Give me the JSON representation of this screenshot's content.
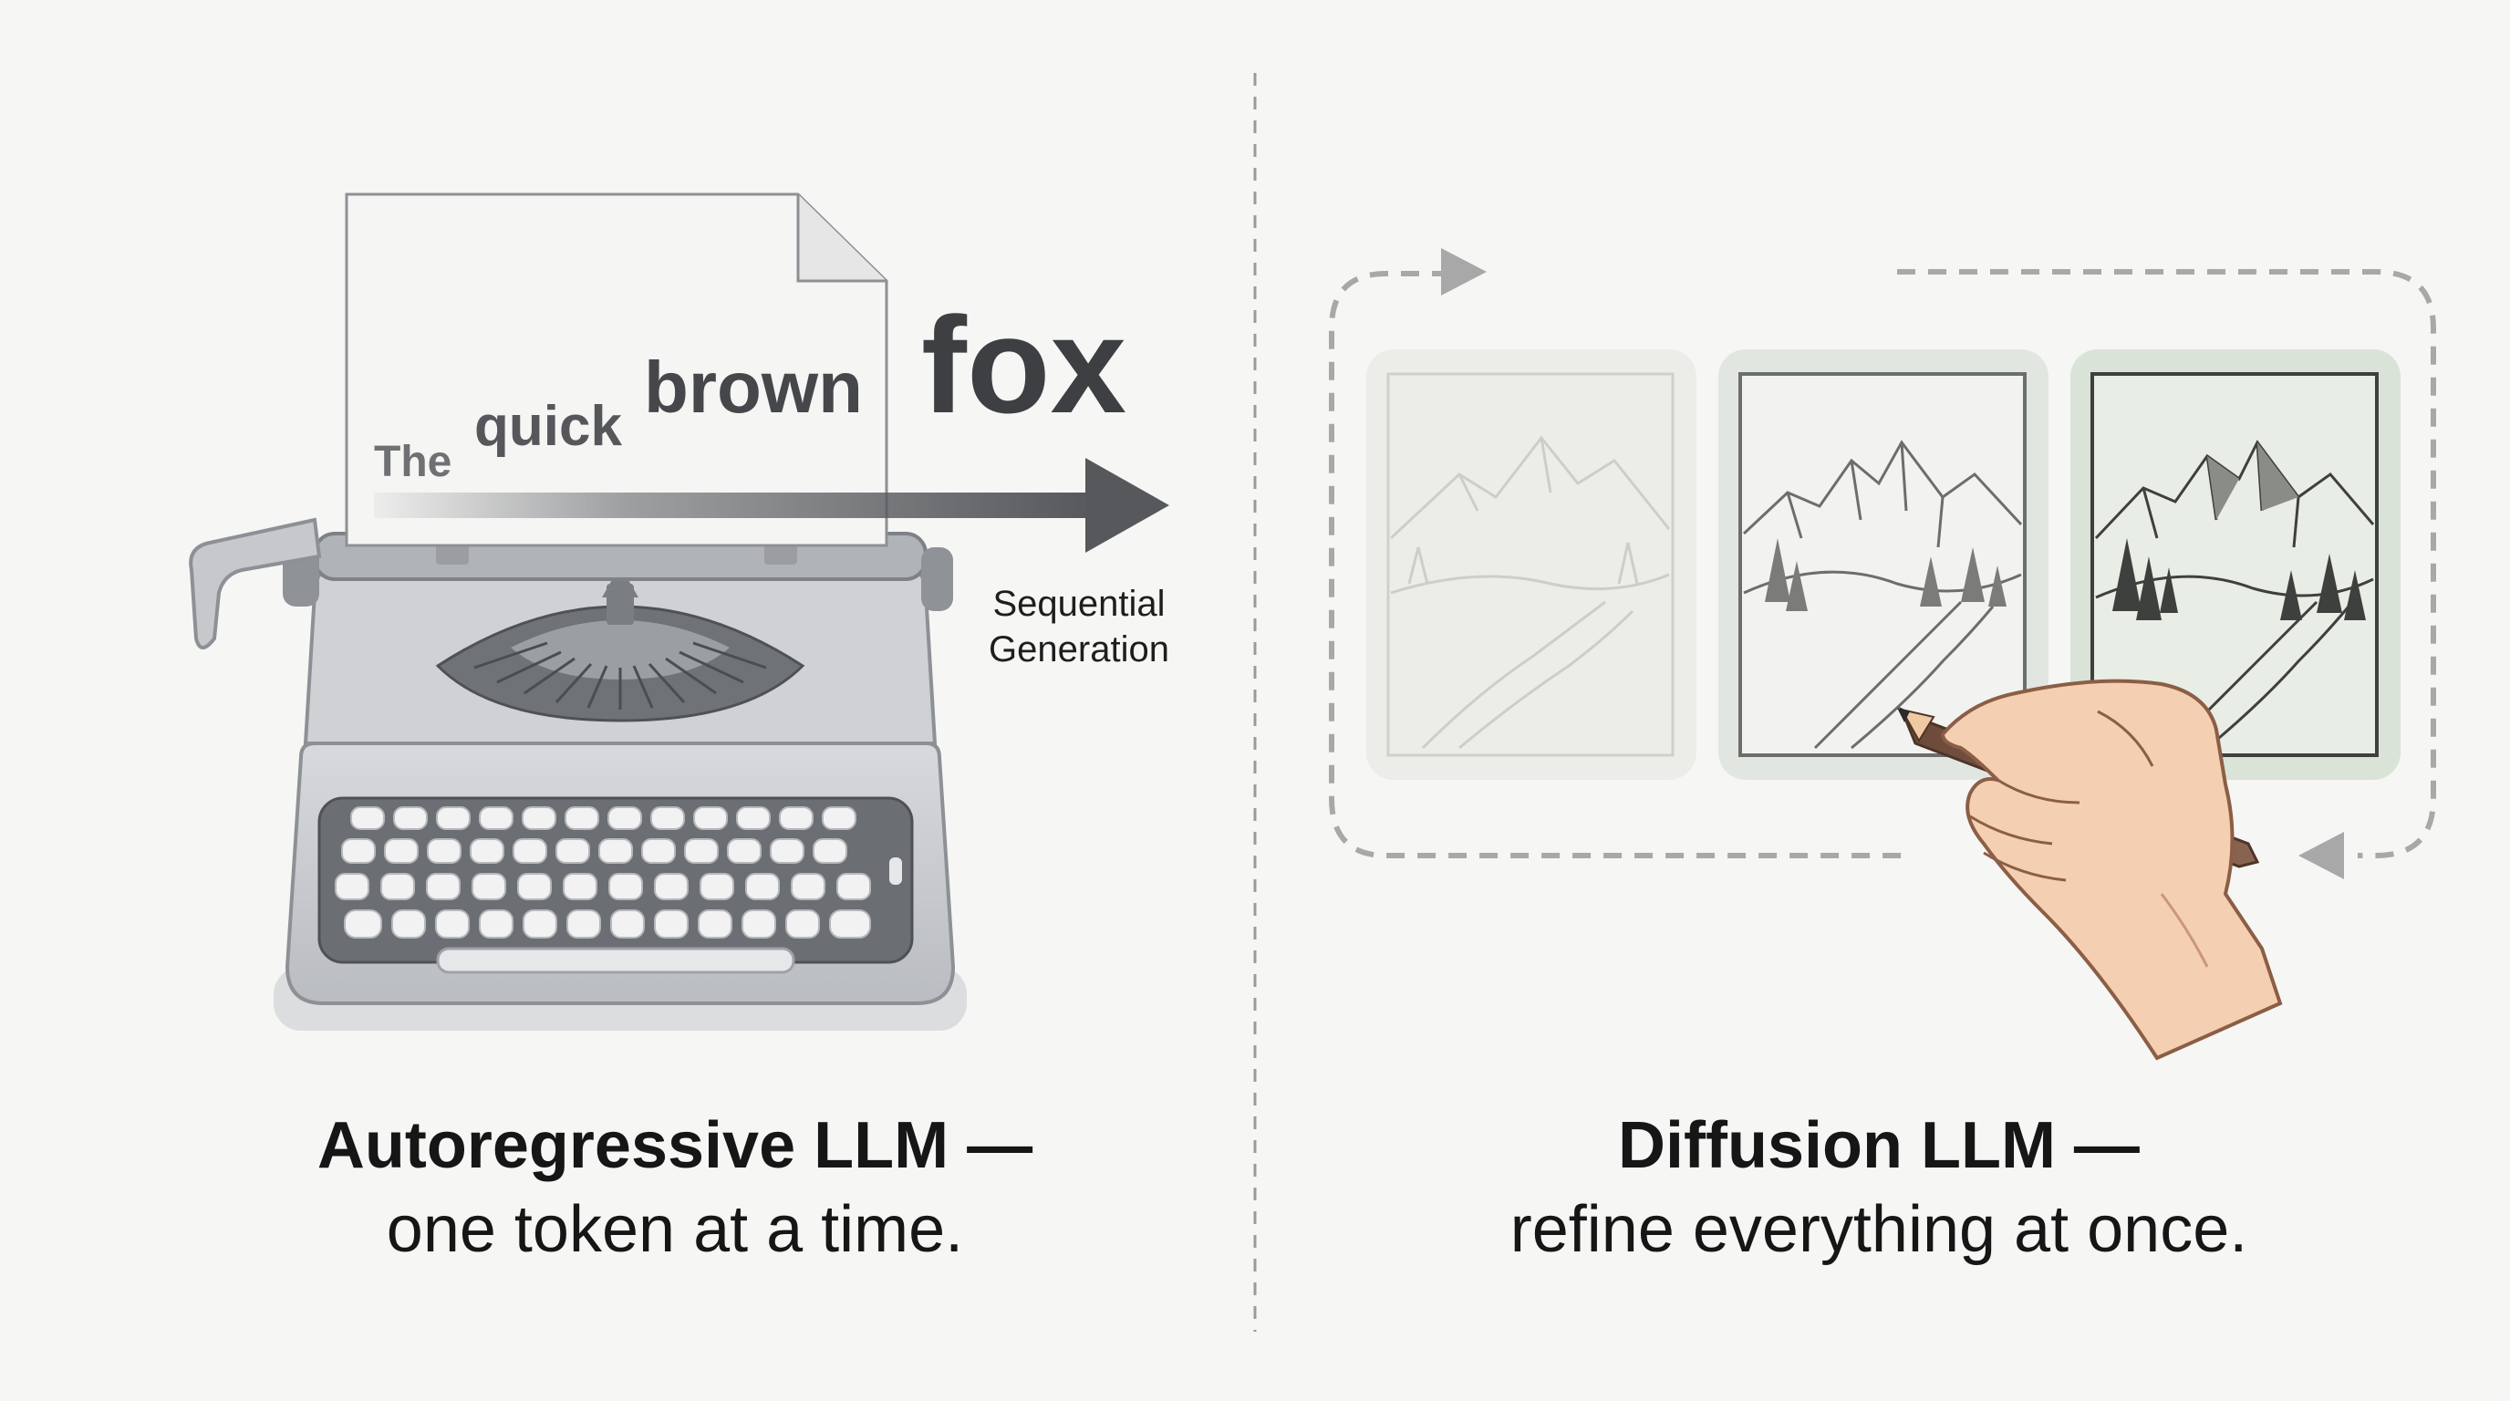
{
  "left_panel": {
    "words": {
      "w1": "The",
      "w2": "quick",
      "w3": "brown",
      "w4": "fox"
    },
    "arrow_label_line1": "Sequential",
    "arrow_label_line2": "Generation",
    "caption_title": "Autoregressive LLM —",
    "caption_subtitle": "one token at a time.",
    "illustration": "typewriter-icon"
  },
  "right_panel": {
    "caption_title": "Diffusion LLM —",
    "caption_subtitle": "refine everything at once.",
    "illustration": "hand-with-pencil-icon",
    "sketch_stages": [
      "faint-sketch",
      "pencil-sketch",
      "shaded-sketch"
    ]
  },
  "colors": {
    "background": "#f6f6f4",
    "typewriter_body": "#c9cbcf",
    "typewriter_dark": "#5b5e63",
    "arrow": "#56585c",
    "sketch_panel_tint": "#dfe7df",
    "skin": "#f5cfb1"
  }
}
